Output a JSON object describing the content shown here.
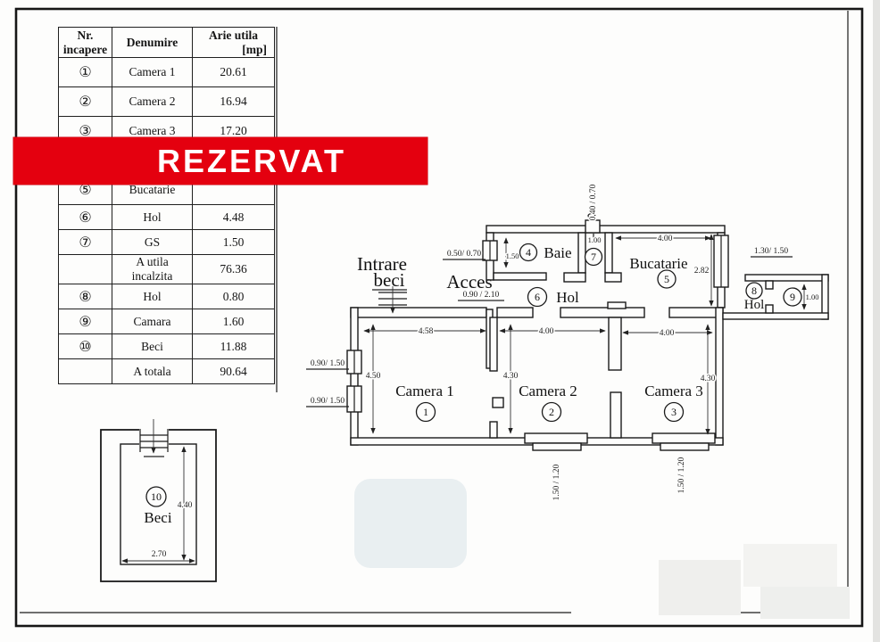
{
  "banner": {
    "label": "REZERVAT",
    "color": "#e4000f"
  },
  "table": {
    "headers": {
      "col1": "Nr. incapere",
      "col2": "Denumire",
      "col3_line1": "Arie utila",
      "col3_line2": "[mp]"
    },
    "rows": [
      {
        "nr": "①",
        "name": "Camera 1",
        "area": "20.61"
      },
      {
        "nr": "②",
        "name": "Camera 2",
        "area": "16.94"
      },
      {
        "nr": "③",
        "name": "Camera 3",
        "area": "17.20"
      },
      {
        "nr": "",
        "name": "",
        "area": ""
      },
      {
        "nr": "⑤",
        "name": "Bucatarie",
        "area": ""
      },
      {
        "nr": "⑥",
        "name": "Hol",
        "area": "4.48"
      },
      {
        "nr": "⑦",
        "name": "GS",
        "area": "1.50"
      },
      {
        "nr": "",
        "name": "A utila incalzita",
        "area": "76.36"
      },
      {
        "nr": "⑧",
        "name": "Hol",
        "area": "0.80"
      },
      {
        "nr": "⑨",
        "name": "Camara",
        "area": "1.60"
      },
      {
        "nr": "⑩",
        "name": "Beci",
        "area": "11.88"
      },
      {
        "nr": "",
        "name": "A totala",
        "area": "90.64"
      }
    ]
  },
  "plan": {
    "labels": {
      "intrare_line1": "Intrare",
      "intrare_line2": "beci",
      "acces": "Acces",
      "acces_dim": "0.90 / 2.10",
      "window_left_1": "0.90/ 1.50",
      "window_left_2": "0.90/ 1.50",
      "baie_window": "0.50/ 0.70",
      "baie_height": "1.50",
      "chimney_dim": "0.40 / 0.70",
      "gs_width": "1.00",
      "right_window": "1.30/ 1.50",
      "bucatarie_width": "4.00",
      "bucatarie_height": "2.82",
      "camera1_width": "4.58",
      "camera1_height": "4.50",
      "camera2_width": "4.00",
      "camera2_height": "4.30",
      "camera3_width": "4.00",
      "camera3_height": "4.30",
      "camera2_window": "1.50 / 1.20",
      "camera3_window": "1.50 / 1.20",
      "camara_height": "1.00",
      "beci_height": "4.40",
      "beci_width": "2.70"
    },
    "rooms": {
      "baie": {
        "num": "4",
        "name": "Baie"
      },
      "gs": {
        "num": "7"
      },
      "bucatarie": {
        "num": "5",
        "name": "Bucatarie"
      },
      "hol6": {
        "num": "6",
        "name": "Hol"
      },
      "hol8": {
        "num": "8",
        "name": "Hol"
      },
      "camara": {
        "num": "9"
      },
      "camera1": {
        "num": "1",
        "name": "Camera 1"
      },
      "camera2": {
        "num": "2",
        "name": "Camera 2"
      },
      "camera3": {
        "num": "3",
        "name": "Camera 3"
      },
      "beci": {
        "num": "10",
        "name": "Beci"
      }
    }
  }
}
